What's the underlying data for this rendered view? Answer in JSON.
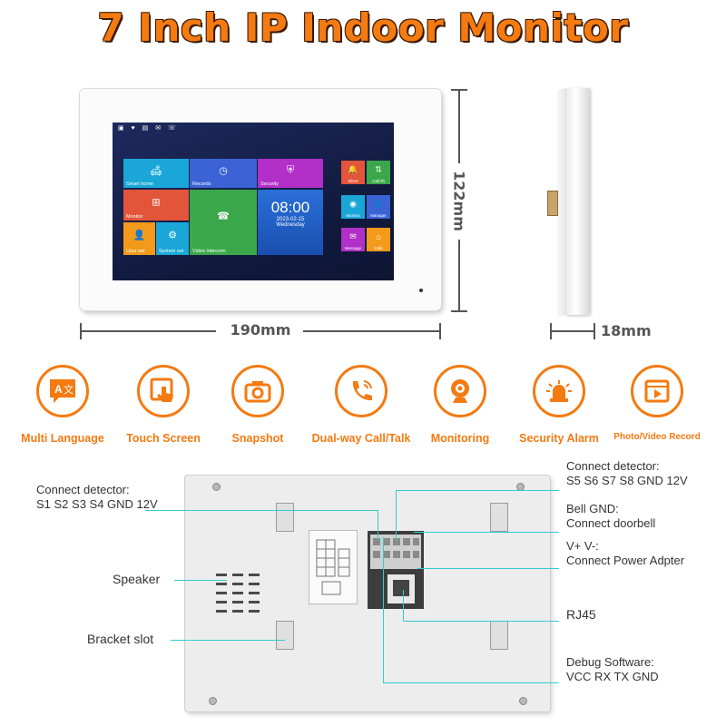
{
  "title": "7 Inch IP Indoor Monitor",
  "screen": {
    "status_icons": "▣ ♥ ▤ ✉ ☏",
    "tiles": {
      "smart_home": "Smart home",
      "records": "Records",
      "security": "Security",
      "monitor": "Monitor",
      "video_intercom": "Video intercom",
      "user_set": "User set",
      "system_set": "System set"
    },
    "clock": {
      "time": "08:00",
      "date": "2023-02-15",
      "day": "Wednesday"
    },
    "side_tiles": {
      "silent": "Silent",
      "call_lift": "Call lift",
      "monitor": "Monitor",
      "manager": "Manager",
      "message": "Message",
      "safe": "Safe"
    }
  },
  "dimensions": {
    "width": "190mm",
    "height": "122mm",
    "depth": "18mm"
  },
  "features": [
    {
      "label": "Multi Language",
      "icon": "translate-icon"
    },
    {
      "label": "Touch Screen",
      "icon": "touch-icon"
    },
    {
      "label": "Snapshot",
      "icon": "camera-icon"
    },
    {
      "label": "Dual-way Call/Talk",
      "icon": "phone-icon"
    },
    {
      "label": "Monitoring",
      "icon": "webcam-icon"
    },
    {
      "label": "Security Alarm",
      "icon": "siren-icon"
    },
    {
      "label": "Photo/Video Record",
      "icon": "video-icon"
    }
  ],
  "callouts": {
    "connect_left_1": "Connect detector:",
    "connect_left_2": "S1 S2 S3 S4 GND 12V",
    "speaker": "Speaker",
    "bracket": "Bracket slot",
    "connect_right_1": "Connect detector:",
    "connect_right_2": "S5 S6 S7 S8 GND 12V",
    "bell_1": "Bell GND:",
    "bell_2": "Connect doorbell",
    "power_1": "V+ V-:",
    "power_2": "Connect Power Adpter",
    "rj45": "RJ45",
    "debug_1": "Debug Software:",
    "debug_2": "VCC RX TX GND"
  },
  "colors": {
    "accent": "#f47a12",
    "callout_line": "#33cccc",
    "tile_cyan": "#1aa7d8",
    "tile_blue": "#3b63d6",
    "tile_magenta": "#b22fc8",
    "tile_red": "#e2553a",
    "tile_green": "#3aa84a",
    "tile_orange": "#f39a1a"
  }
}
